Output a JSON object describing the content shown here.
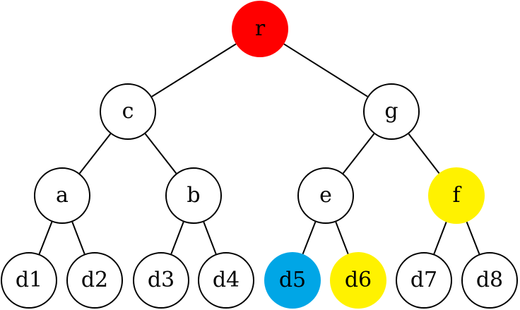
{
  "tree": {
    "nodes": [
      {
        "id": "r",
        "label": "r",
        "fill": "#ff0000"
      },
      {
        "id": "c",
        "label": "c",
        "fill": null
      },
      {
        "id": "g",
        "label": "g",
        "fill": null
      },
      {
        "id": "a",
        "label": "a",
        "fill": null
      },
      {
        "id": "b",
        "label": "b",
        "fill": null
      },
      {
        "id": "e",
        "label": "e",
        "fill": null
      },
      {
        "id": "f",
        "label": "f",
        "fill": "#fff200"
      },
      {
        "id": "d1",
        "label": "d1",
        "fill": null
      },
      {
        "id": "d2",
        "label": "d2",
        "fill": null
      },
      {
        "id": "d3",
        "label": "d3",
        "fill": null
      },
      {
        "id": "d4",
        "label": "d4",
        "fill": null
      },
      {
        "id": "d5",
        "label": "d5",
        "fill": "#00a6e6"
      },
      {
        "id": "d6",
        "label": "d6",
        "fill": "#fff200"
      },
      {
        "id": "d7",
        "label": "d7",
        "fill": null
      },
      {
        "id": "d8",
        "label": "d8",
        "fill": null
      }
    ],
    "edges": [
      [
        "r",
        "c"
      ],
      [
        "r",
        "g"
      ],
      [
        "c",
        "a"
      ],
      [
        "c",
        "b"
      ],
      [
        "g",
        "e"
      ],
      [
        "g",
        "f"
      ],
      [
        "a",
        "d1"
      ],
      [
        "a",
        "d2"
      ],
      [
        "b",
        "d3"
      ],
      [
        "b",
        "d4"
      ],
      [
        "e",
        "d5"
      ],
      [
        "e",
        "d6"
      ],
      [
        "f",
        "d7"
      ],
      [
        "f",
        "d8"
      ]
    ]
  }
}
